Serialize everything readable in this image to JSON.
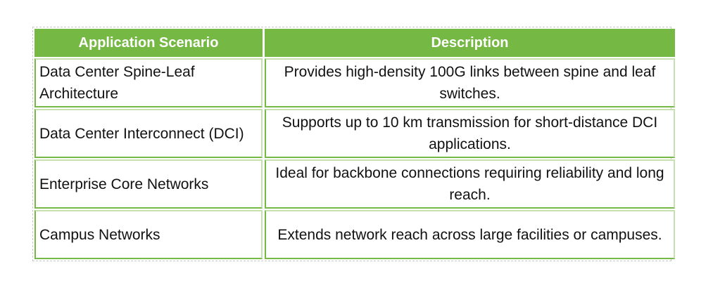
{
  "table": {
    "headers": [
      "Application Scenario",
      "Description"
    ],
    "rows": [
      {
        "scenario": "Data Center Spine-Leaf Architecture",
        "description": "Provides high-density 100G links between spine and leaf switches."
      },
      {
        "scenario": "Data Center Interconnect (DCI)",
        "description": "Supports up to 10 km transmission for short-distance DCI applications."
      },
      {
        "scenario": "Enterprise Core Networks",
        "description": "Ideal for backbone connections requiring reliability and long reach."
      },
      {
        "scenario": "Campus Networks",
        "description": "Extends network reach across large facilities or campuses."
      }
    ]
  },
  "colors": {
    "header_bg": "#75b843",
    "header_text": "#ffffff",
    "border_dark": "#75b843",
    "border_light": "#c6e0b0",
    "frame_border": "#c8c8c8"
  }
}
